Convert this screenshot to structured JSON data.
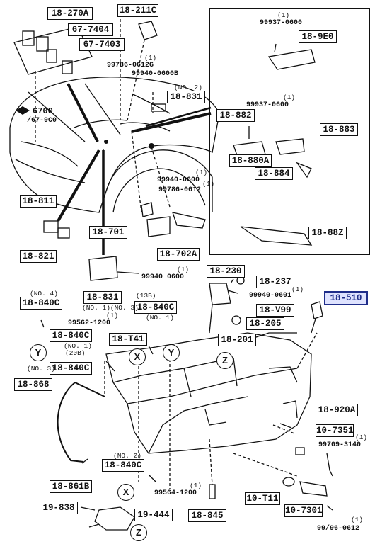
{
  "callouts": {
    "c18_270A": "18-270A",
    "c67_7404": "67-7404",
    "c67_7403": "67-7403",
    "c18_211C": "18-211C",
    "c18_9E0": "18-9E0",
    "c18_831_top": "18-831",
    "c18_882": "18-882",
    "c18_883": "18-883",
    "c18_880A": "18-880A",
    "c18_884": "18-884",
    "c18_811": "18-811",
    "c18_821": "18-821",
    "c18_701": "18-701",
    "c18_702A": "18-702A",
    "c18_88Z": "18-88Z",
    "c18_230": "18-230",
    "c18_237": "18-237",
    "c18_V99": "18-V99",
    "c18_205": "18-205",
    "c18_510": "18-510",
    "c18_831_low": "18-831",
    "c18_840C_a": "18-840C",
    "c18_840C_b": "18-840C",
    "c18_840C_c": "18-840C",
    "c18_840C_d": "18-840C",
    "c18_840C_e": "18-840C",
    "c18_T41": "18-T41",
    "c18_201": "18-201",
    "c18_868": "18-868",
    "c18_920A": "18-920A",
    "c10_7351": "10-7351",
    "c18_861B": "18-861B",
    "c10_T11": "10-T11",
    "c10_7301": "10-7301",
    "c19_838": "19-838",
    "c19_444": "19-444",
    "c18_845": "18-845"
  },
  "parts": {
    "p99937_top": "99937-0600",
    "p99786_0612G": "99786-0612G",
    "p99940_0600B": "99940-0600B",
    "p99937_mid": "99937-0600",
    "p99940_0600_a": "99940-0600",
    "p99786_0612": "99786-0612",
    "p99940_0600_b": "99940 0600",
    "p99940_0601": "99940-0601",
    "p99562": "99562-1200",
    "p99709": "99709-3140",
    "p99564": "99564-1200",
    "p99796": "99/96-0612"
  },
  "notes": {
    "q1": "(1)",
    "no2": "(NO. 2)",
    "no4": "(NO. 4)",
    "no1no3": "(NO. 1)(NO. 3)",
    "n13B": "(13B)",
    "no1": "(NO. 1)",
    "no1_20B": "(NO. 1)",
    "n20B": "(20B)",
    "no3": "(NO. 3)",
    "no2b": "(NO. 2)",
    "ref_6700": "6700",
    "ref_67_9C0": "/67-9C0"
  },
  "markers": {
    "Y": "Y",
    "X": "X",
    "Z": "Z"
  }
}
